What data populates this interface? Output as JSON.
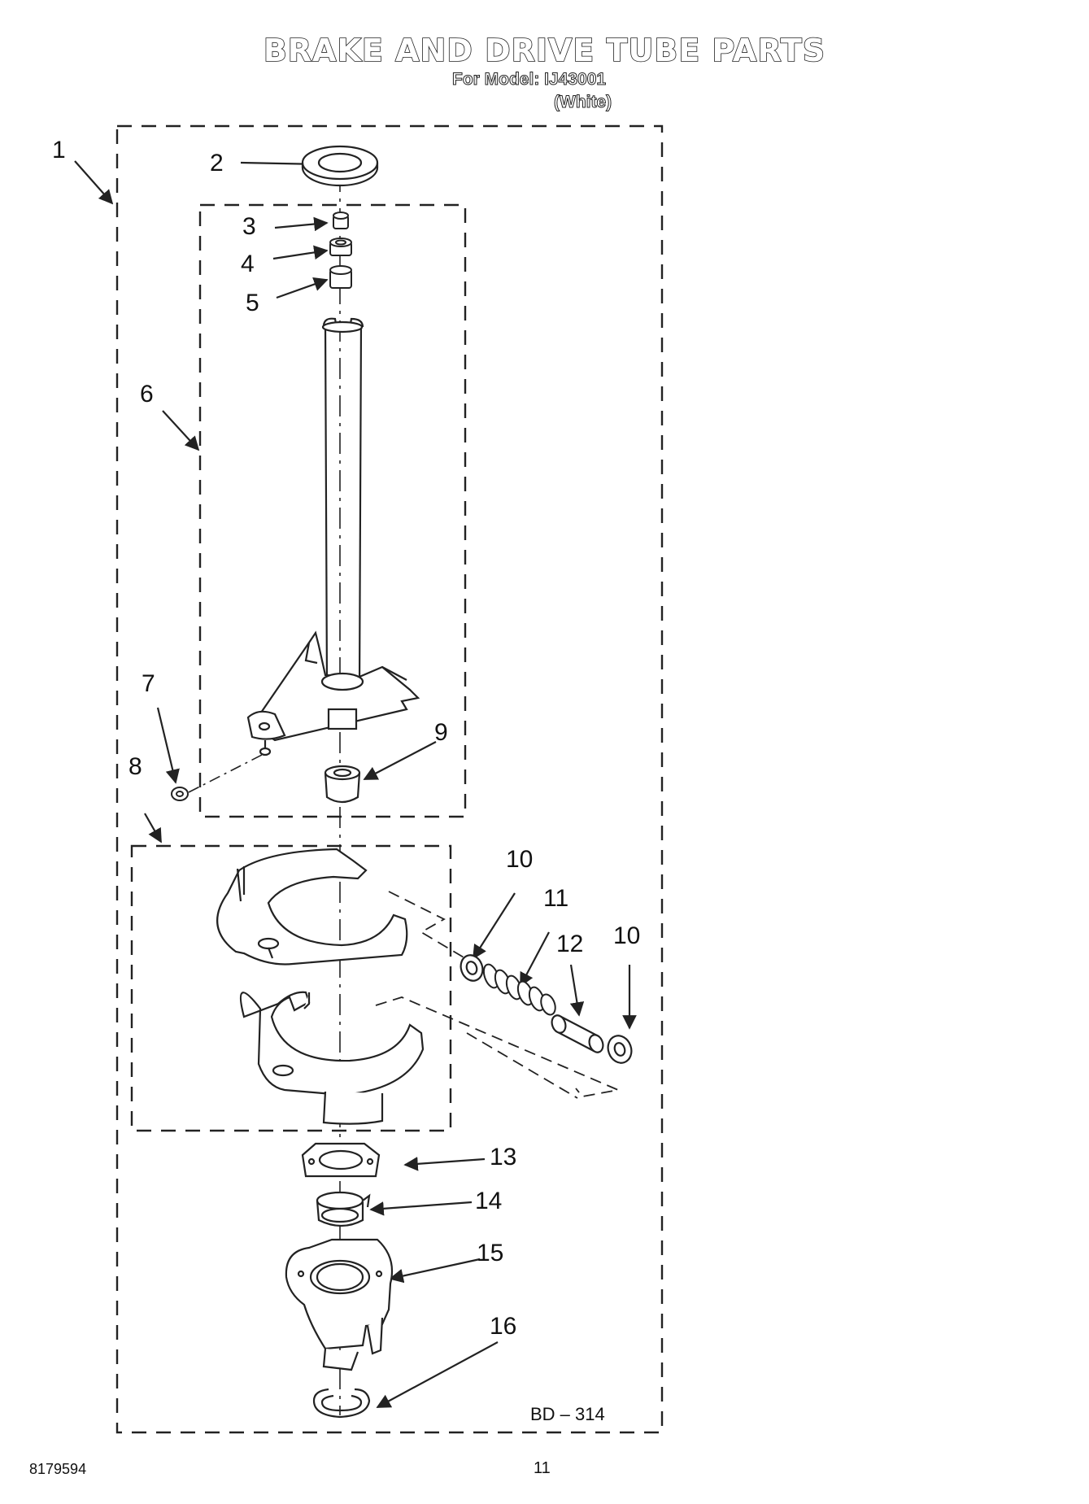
{
  "header": {
    "title": "BRAKE AND DRIVE TUBE PARTS",
    "model_line": "For Model: IJ43001",
    "color_line": "(White)"
  },
  "callouts": [
    "1",
    "2",
    "3",
    "4",
    "5",
    "6",
    "7",
    "8",
    "9",
    "10",
    "11",
    "12",
    "10",
    "13",
    "14",
    "15",
    "16"
  ],
  "diagram_code": "BD – 314",
  "footer": {
    "doc_number": "8179594",
    "page_number": "11"
  },
  "colors": {
    "ink": "#222222",
    "paper": "#ffffff",
    "fill": "#f2f2f2"
  }
}
